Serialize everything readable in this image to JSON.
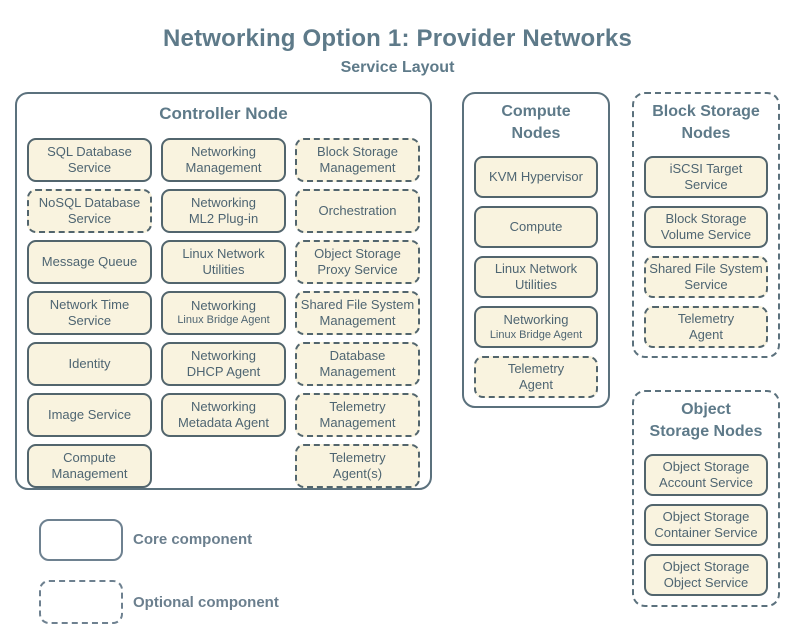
{
  "title": "Networking Option 1: Provider Networks",
  "subtitle": "Service Layout",
  "colors": {
    "service_box_fill": "#f9f3df",
    "service_box_border": "#52656d",
    "container_border": "#5b717d",
    "heading_text": "#5e7a89",
    "service_text": "#4e6572",
    "legend_border": "#6e8190",
    "background": "#ffffff"
  },
  "legend": {
    "core_label": "Core component",
    "optional_label": "Optional component"
  },
  "nodes": {
    "controller": {
      "title": "Controller Node",
      "cells": [
        {
          "label": "SQL Database\nService",
          "style": "core"
        },
        {
          "label": "Networking\nManagement",
          "style": "core"
        },
        {
          "label": "Block Storage\nManagement",
          "style": "optional"
        },
        {
          "label": "NoSQL Database\nService",
          "style": "optional"
        },
        {
          "label": "Networking\nML2 Plug-in",
          "style": "core"
        },
        {
          "label": "Orchestration",
          "style": "optional"
        },
        {
          "label": "Message Queue",
          "style": "core"
        },
        {
          "label": "Linux Network\nUtilities",
          "style": "core"
        },
        {
          "label": "Object Storage\nProxy Service",
          "style": "optional"
        },
        {
          "label": "Network Time\nService",
          "style": "core"
        },
        {
          "label": "Networking",
          "sublabel": "Linux Bridge Agent",
          "style": "core"
        },
        {
          "label": "Shared File System\nManagement",
          "style": "optional"
        },
        {
          "label": "Identity",
          "style": "core"
        },
        {
          "label": "Networking\nDHCP Agent",
          "style": "core"
        },
        {
          "label": "Database\nManagement",
          "style": "optional"
        },
        {
          "label": "Image Service",
          "style": "core"
        },
        {
          "label": "Networking\nMetadata Agent",
          "style": "core"
        },
        {
          "label": "Telemetry\nManagement",
          "style": "optional"
        },
        {
          "label": "Compute\nManagement",
          "style": "core"
        },
        {
          "label": "Telemetry\nAgent(s)",
          "style": "optional"
        }
      ]
    },
    "compute": {
      "title": "Compute\nNodes",
      "style": "core",
      "cells": [
        {
          "label": "KVM Hypervisor",
          "style": "core"
        },
        {
          "label": "Compute",
          "style": "core"
        },
        {
          "label": "Linux Network\nUtilities",
          "style": "core"
        },
        {
          "label": "Networking",
          "sublabel": "Linux Bridge Agent",
          "style": "core"
        },
        {
          "label": "Telemetry\nAgent",
          "style": "optional"
        }
      ]
    },
    "block_storage": {
      "title": "Block Storage\nNodes",
      "style": "optional",
      "cells": [
        {
          "label": "iSCSI Target\nService",
          "style": "core"
        },
        {
          "label": "Block Storage\nVolume Service",
          "style": "core"
        },
        {
          "label": "Shared File System\nService",
          "style": "optional"
        },
        {
          "label": "Telemetry\nAgent",
          "style": "optional"
        }
      ]
    },
    "object_storage": {
      "title": "Object\nStorage Nodes",
      "style": "optional",
      "cells": [
        {
          "label": "Object Storage\nAccount Service",
          "style": "core"
        },
        {
          "label": "Object Storage\nContainer Service",
          "style": "core"
        },
        {
          "label": "Object Storage\nObject Service",
          "style": "core"
        }
      ]
    }
  }
}
